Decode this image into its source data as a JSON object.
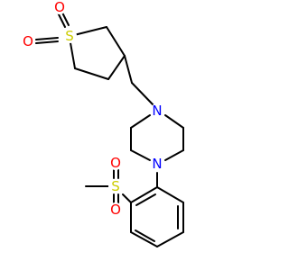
{
  "molecule": {
    "atoms": [
      {
        "id": "a1",
        "element": "O",
        "label": "O",
        "name": "sulfolane-oxygen-left",
        "color": "#ff0000"
      },
      {
        "id": "a2",
        "element": "S",
        "label": "S",
        "name": "sulfolane-sulfur",
        "color": "#cccc00"
      },
      {
        "id": "a3",
        "element": "O",
        "label": "O",
        "name": "sulfolane-oxygen-top",
        "color": "#ff0000"
      },
      {
        "id": "a4",
        "element": "N",
        "label": "N",
        "name": "piperazine-nitrogen-top",
        "color": "#0000ff"
      },
      {
        "id": "a5",
        "element": "N",
        "label": "N",
        "name": "piperazine-nitrogen-bottom",
        "color": "#0000ff"
      },
      {
        "id": "a6",
        "element": "O",
        "label": "O",
        "name": "sulfonyl-oxygen-top",
        "color": "#ff0000"
      },
      {
        "id": "a7",
        "element": "S",
        "label": "S",
        "name": "sulfonyl-sulfur",
        "color": "#cccc00"
      },
      {
        "id": "a8",
        "element": "O",
        "label": "O",
        "name": "sulfonyl-oxygen-bottom",
        "color": "#ff0000"
      }
    ],
    "bond_color": "#000000"
  }
}
